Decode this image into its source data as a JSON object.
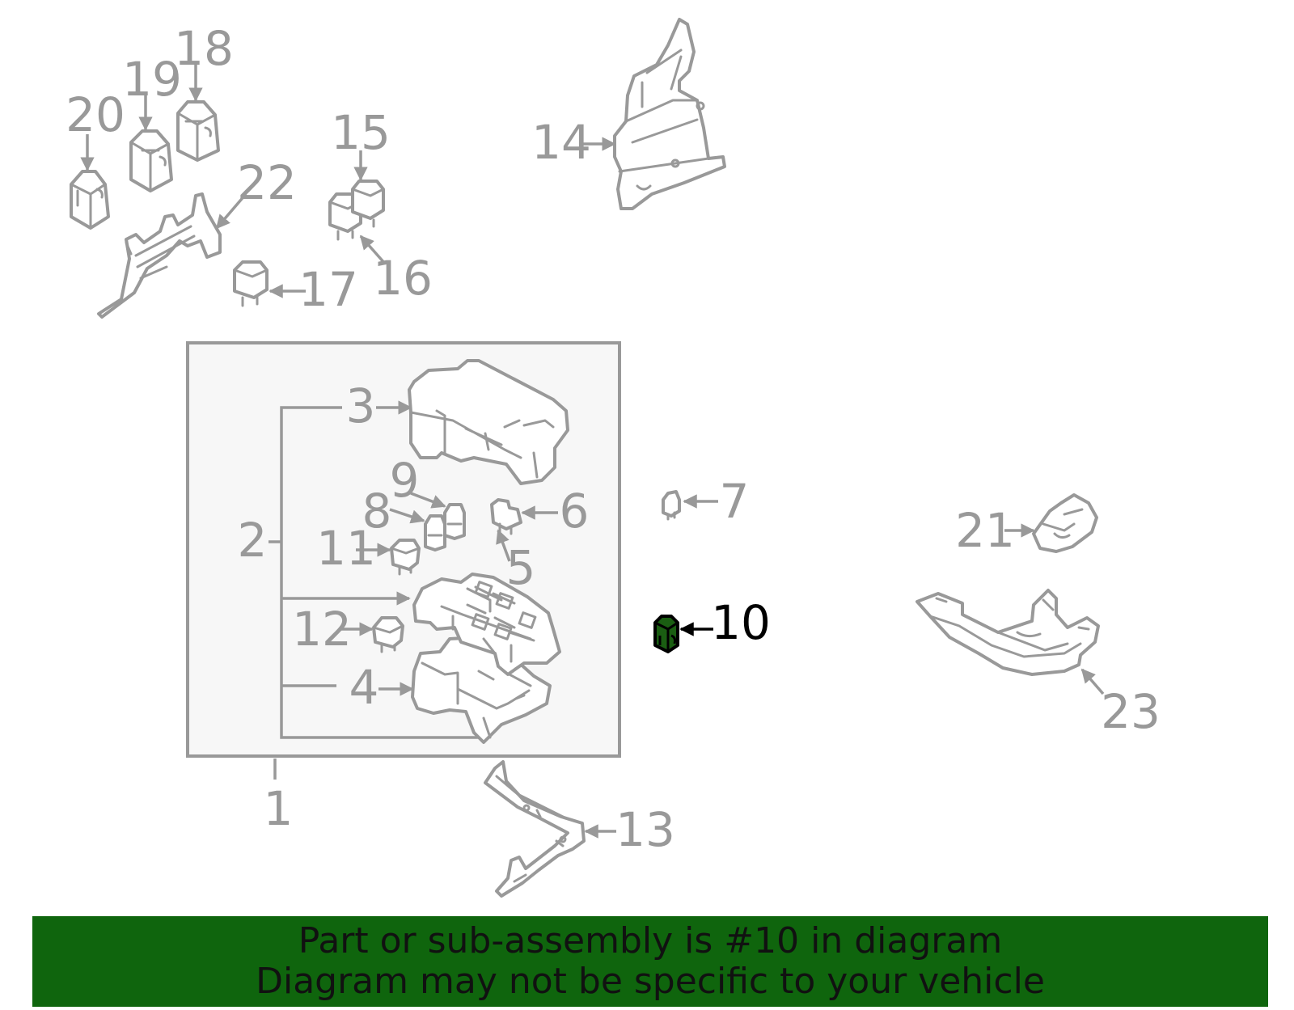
{
  "diagram": {
    "highlight_color": "#1a5e12",
    "part_color": "#999999",
    "highlighted_callout": "10",
    "callouts": {
      "c1": "1",
      "c2": "2",
      "c3": "3",
      "c4": "4",
      "c5": "5",
      "c6": "6",
      "c7": "7",
      "c8": "8",
      "c9": "9",
      "c10": "10",
      "c11": "11",
      "c12": "12",
      "c13": "13",
      "c14": "14",
      "c15": "15",
      "c16": "16",
      "c17": "17",
      "c18": "18",
      "c19": "19",
      "c20": "20",
      "c21": "21",
      "c22": "22",
      "c23": "23"
    }
  },
  "banner": {
    "background": "#0f650d",
    "line1": "Part or sub-assembly is #10 in diagram",
    "line2": "Diagram may not be specific to your vehicle"
  }
}
